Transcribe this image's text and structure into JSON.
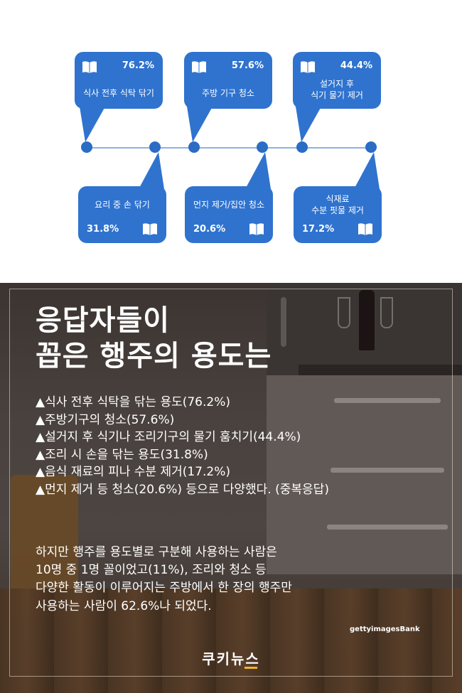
{
  "infographic": {
    "top": [
      {
        "percent": "76.2%",
        "label_lines": [
          "식사 전후 식탁 닦기"
        ]
      },
      {
        "percent": "57.6%",
        "label_lines": [
          "주방 기구 청소"
        ]
      },
      {
        "percent": "44.4%",
        "label_lines": [
          "설거지 후",
          "식기 물기 제거"
        ]
      }
    ],
    "bottom": [
      {
        "percent": "31.8%",
        "label_lines": [
          "요리 중 손 닦기"
        ]
      },
      {
        "percent": "20.6%",
        "label_lines": [
          "먼지 제거/집안 청소"
        ]
      },
      {
        "percent": "17.2%",
        "label_lines": [
          "식재료",
          "수분 핏물 제거"
        ]
      }
    ],
    "colors": {
      "bubble": "#2f73cf",
      "dot": "#2b6cc4",
      "line": "#8fb2de"
    },
    "icon": "open-book-icon"
  },
  "headline": {
    "line1": "응답자들이",
    "line2": "꼽은 행주의 용도는"
  },
  "uses": [
    "▲식사 전후 식탁을 닦는 용도(76.2%)",
    "▲주방기구의 청소(57.6%)",
    "▲설거지 후 식기나 조리기구의 물기 훔치기(44.4%)",
    "▲조리 시 손을 닦는 용도(31.8%)",
    "▲음식 재료의 피나 수분 제거(17.2%)",
    "▲먼지 제거 등 청소(20.6%) 등으로 다양했다. (중복응답)"
  ],
  "paragraph": [
    "하지만 행주를 용도별로 구분해 사용하는 사람은",
    "10명 중 1명 꼴이었고(11%), 조리와 청소 등",
    "다양한 활동이 이루어지는 주방에서 한 장의 행주만",
    "사용하는 사람이 62.6%나 되었다."
  ],
  "photo_credit": "gettyimagesBank",
  "brand": "쿠키뉴스",
  "brand_accent": "#f1b32c"
}
